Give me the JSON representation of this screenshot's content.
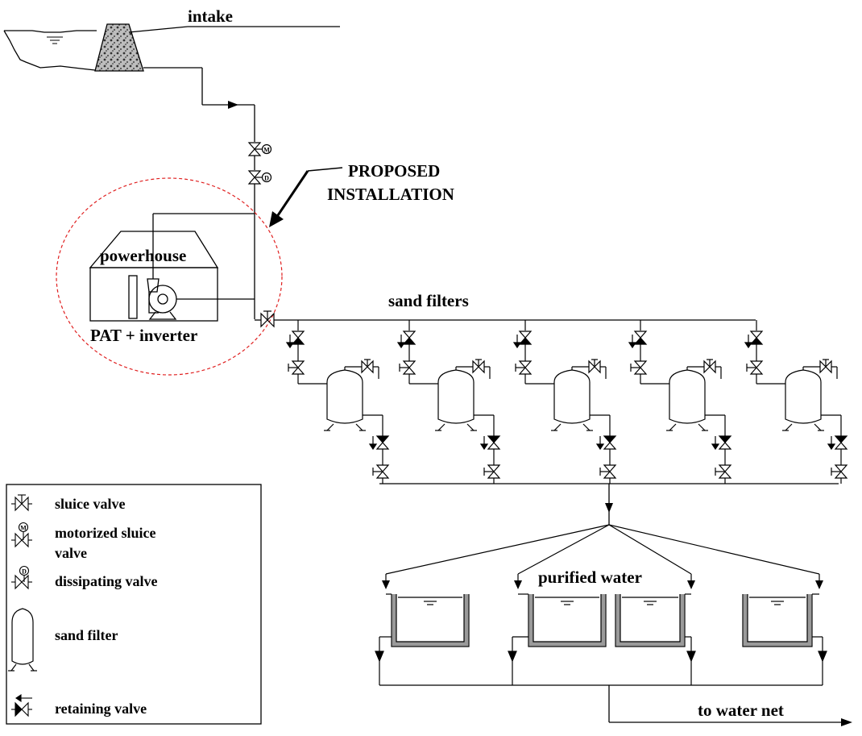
{
  "labels": {
    "intake": "intake",
    "proposed_line1": "PROPOSED",
    "proposed_line2": "INSTALLATION",
    "powerhouse": "powerhouse",
    "pat_inverter": "PAT + inverter",
    "sand_filters": "sand filters",
    "purified_water": "purified water",
    "to_water_net": "to water net",
    "valve_m": "M",
    "valve_d": "D"
  },
  "legend": {
    "items": [
      {
        "key": "sluice",
        "icon": "sluice-valve-icon",
        "lines": [
          "sluice valve"
        ]
      },
      {
        "key": "motorized",
        "icon": "motorized-sluice-valve-icon",
        "badge": "M",
        "lines": [
          "motorized sluice",
          "valve"
        ]
      },
      {
        "key": "dissipating",
        "icon": "dissipating-valve-icon",
        "badge": "D",
        "lines": [
          "dissipating valve"
        ]
      },
      {
        "key": "sandfilter",
        "icon": "sand-filter-icon",
        "lines": [
          "sand filter"
        ]
      },
      {
        "key": "retaining",
        "icon": "retaining-valve-icon",
        "lines": [
          "retaining valve"
        ]
      }
    ]
  },
  "colors": {
    "ink": "#000000",
    "highlight_circle": "#e02020",
    "tank_wall": "#9a9a9a"
  }
}
